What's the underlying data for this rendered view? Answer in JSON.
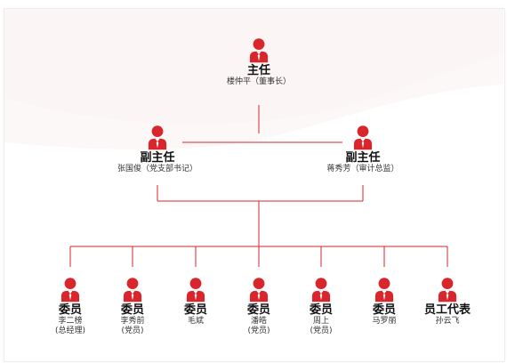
{
  "icon": "person-with-tie-icon",
  "colors": {
    "accent": "#d9262c",
    "line": "#d9262c"
  },
  "chairman": {
    "title": "主任",
    "name": "楼仲平（董事长）"
  },
  "vice": [
    {
      "title": "副主任",
      "name": "张国俊（党支部书记）"
    },
    {
      "title": "副主任",
      "name": "蒋秀芳（审计总监）"
    }
  ],
  "members": [
    {
      "title": "委员",
      "line1": "李二榜",
      "line2": "(总经理)"
    },
    {
      "title": "委员",
      "line1": "李秀前",
      "line2": "(党员)"
    },
    {
      "title": "委员",
      "line1": "毛斌",
      "line2": ""
    },
    {
      "title": "委员",
      "line1": "潘皓",
      "line2": "(党员)"
    },
    {
      "title": "委员",
      "line1": "周上",
      "line2": "(党员)"
    },
    {
      "title": "委员",
      "line1": "马罗丽",
      "line2": ""
    },
    {
      "title": "员工代表",
      "line1": "孙云飞",
      "line2": ""
    }
  ]
}
